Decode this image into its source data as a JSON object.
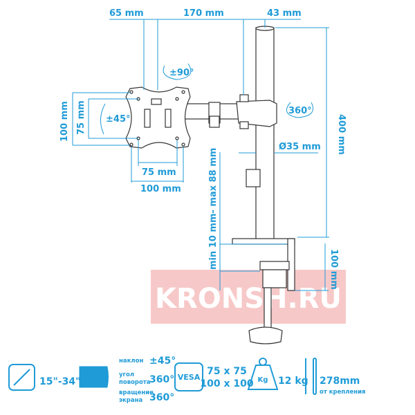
{
  "dimensions": {
    "offset": "65 mm",
    "arm_length": "170 mm",
    "pole_top": "43 mm",
    "swivel": "±90°",
    "rotation": "360°",
    "tilt": "±45°",
    "vesa_h_large": "100 mm",
    "vesa_h_small": "75 mm",
    "vesa_w_small": "75 mm",
    "vesa_w_large": "100 mm",
    "pole_diameter": "Ø35 mm",
    "pole_height": "400 mm",
    "clamp_range": "min 10 mm- max 88 mm",
    "clamp_depth": "100 mm"
  },
  "watermark": "KRONSH.RU",
  "specs": {
    "screen_size": "15\"-34\"",
    "tilt_label": "наклон",
    "tilt_value": "±45°",
    "swivel_label_1": "угол",
    "swivel_label_2": "поворота",
    "swivel_value": "360°",
    "rotate_label_1": "вращение",
    "rotate_label_2": "экрана",
    "rotate_value": "360°",
    "vesa_badge": "VESA",
    "vesa_1": "75 x 75",
    "vesa_2": "100 x 100",
    "weight_badge": "Kg",
    "weight_value": "12 kg",
    "wall_distance": "278mm",
    "wall_distance_label": "от крепления"
  },
  "colors": {
    "accent": "#1f9bd7",
    "watermark": "#e53935"
  }
}
